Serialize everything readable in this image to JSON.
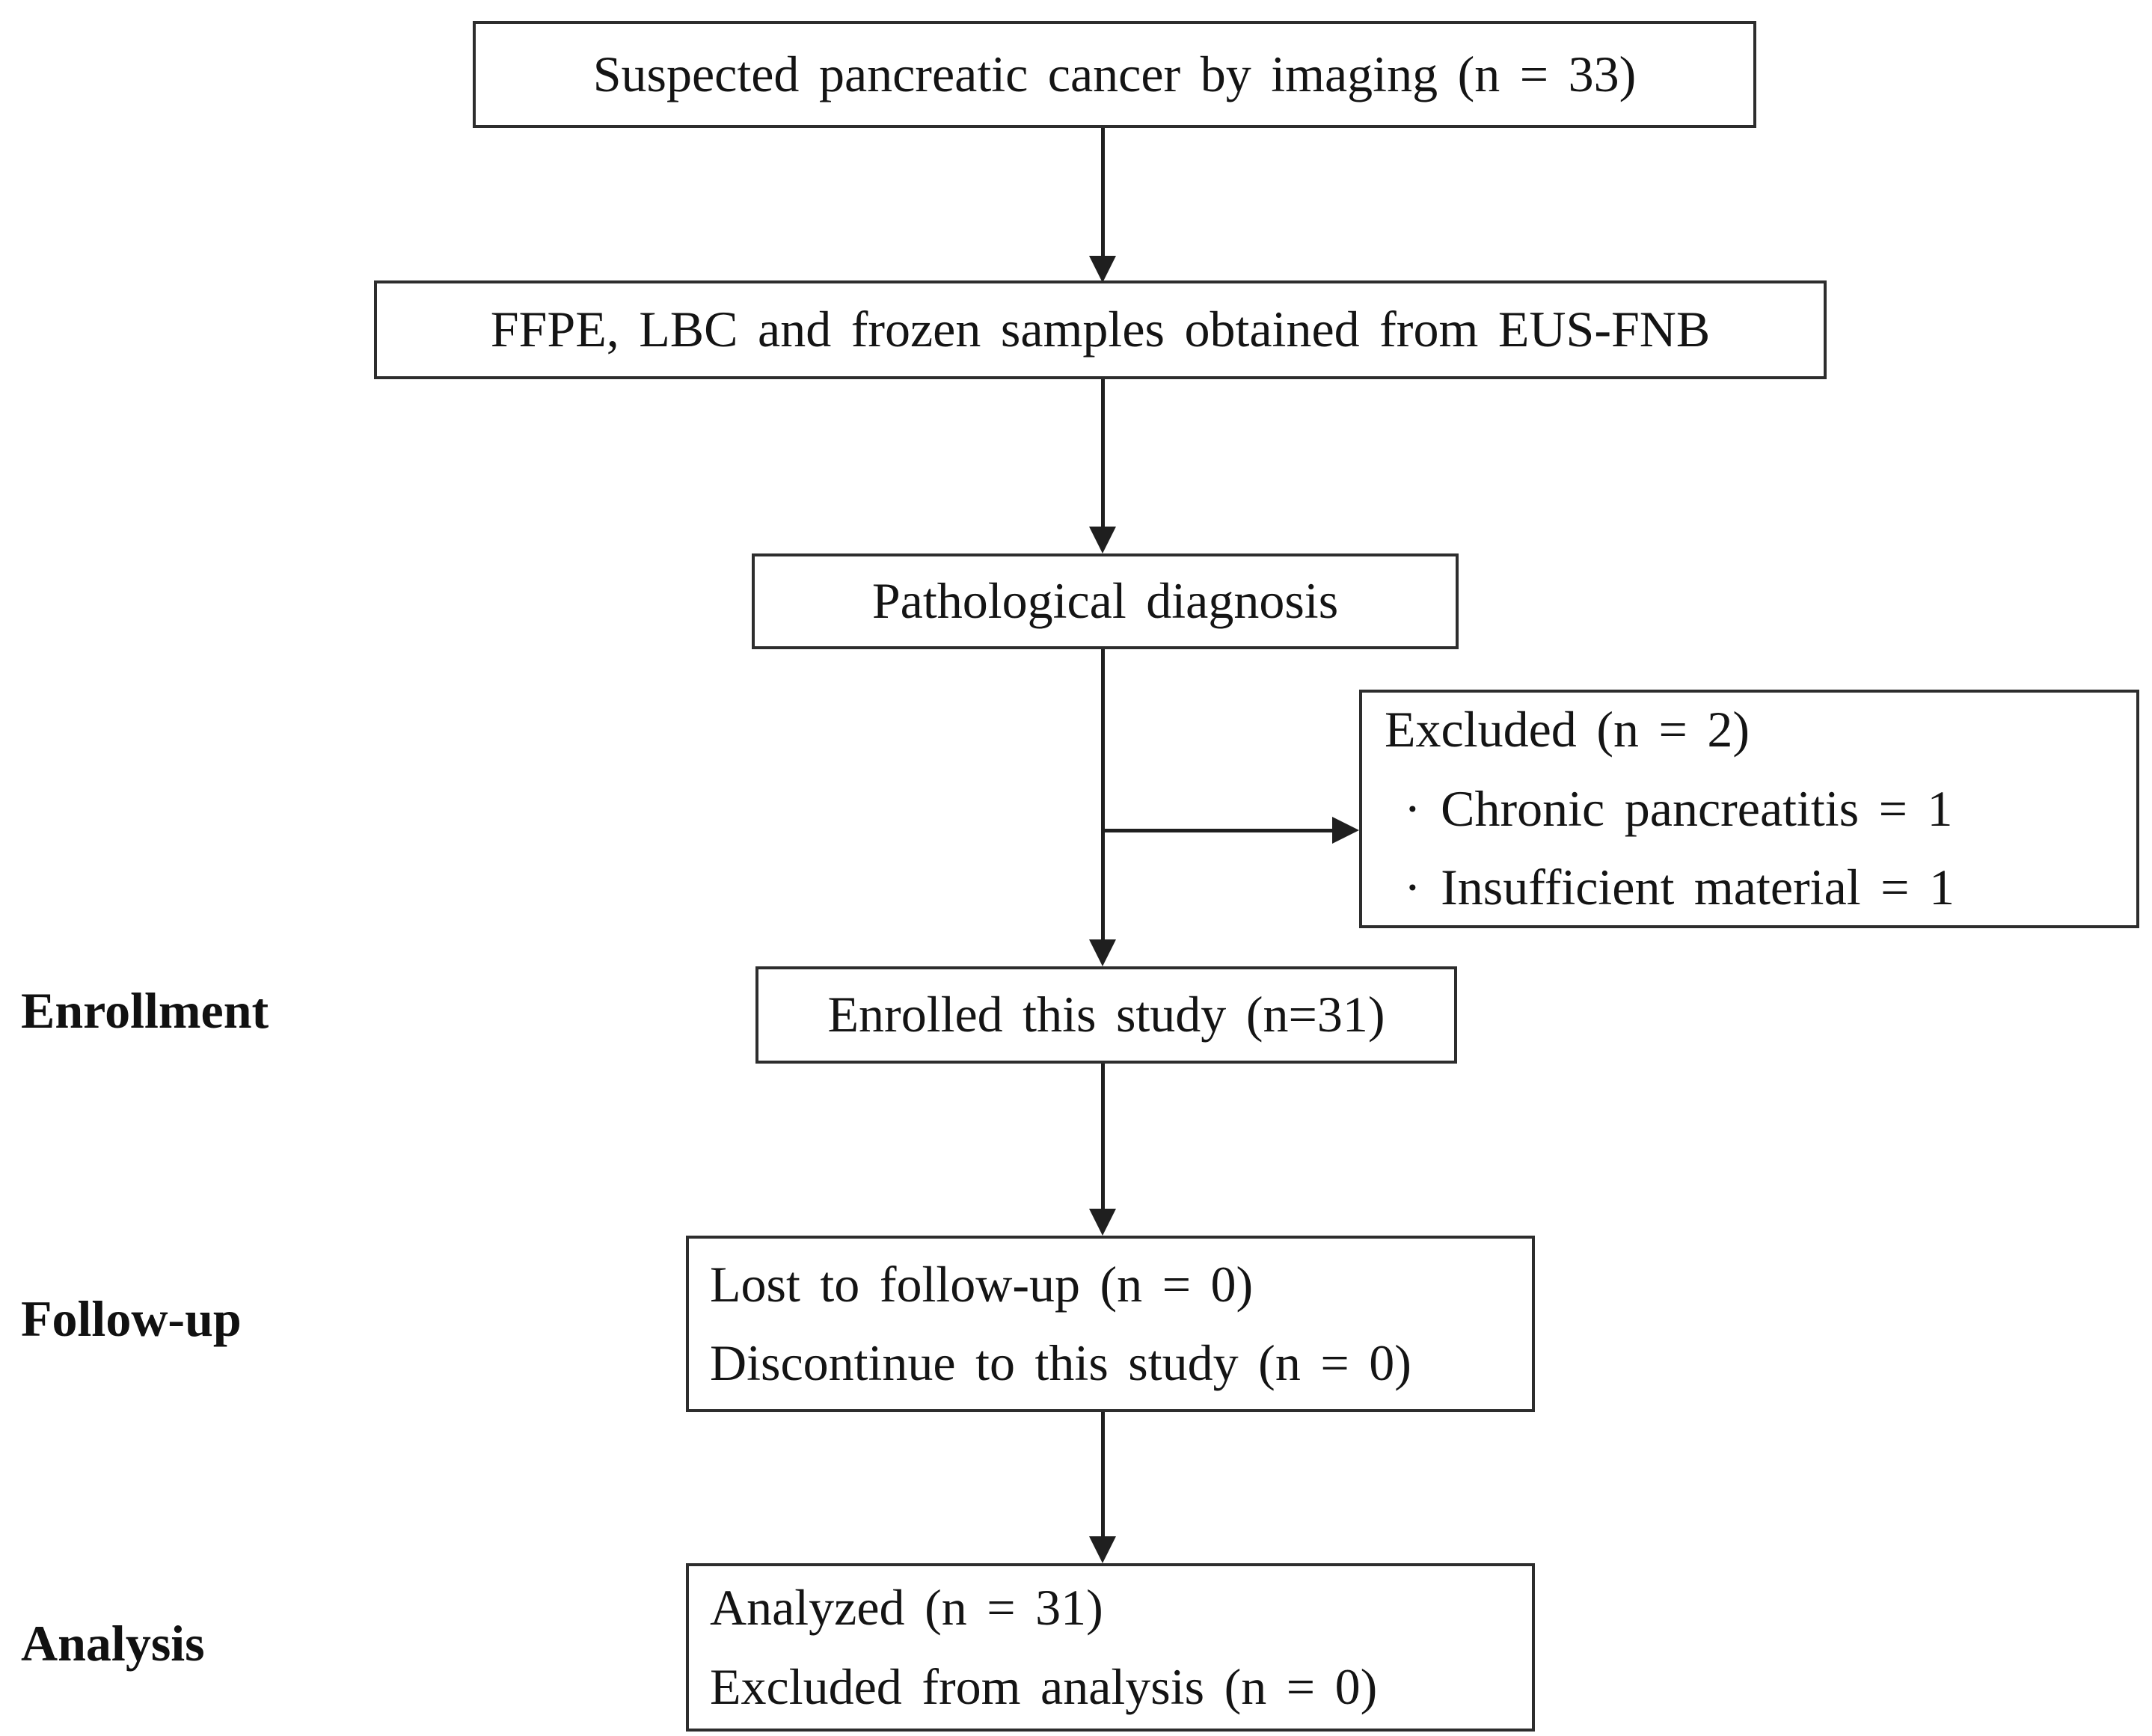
{
  "figure": {
    "kind": "study-flow-diagram",
    "colors": {
      "background": "#ffffff",
      "box_border": "#2d2d2d",
      "text": "#141414",
      "connector": "#1f1f1f"
    },
    "stage_labels": [
      {
        "text": "Enrollment"
      },
      {
        "text": "Follow-up"
      },
      {
        "text": "Analysis"
      }
    ],
    "nodes": {
      "suspected": {
        "lines": [
          "Suspected pancreatic cancer by imaging (n = 33)"
        ]
      },
      "samples": {
        "lines": [
          "FFPE, LBC and frozen samples obtained from EUS-FNB"
        ]
      },
      "pathological": {
        "lines": [
          "Pathological diagnosis"
        ]
      },
      "excluded": {
        "lines": [
          "Excluded (n = 2)",
          "· Chronic pancreatitis = 1",
          "· Insufficient material = 1"
        ]
      },
      "enrolled": {
        "lines": [
          "Enrolled this study (n=31)"
        ]
      },
      "followup": {
        "lines": [
          "Lost to follow-up (n = 0)",
          "Discontinue to this study (n = 0)"
        ]
      },
      "analyzed": {
        "lines": [
          "Analyzed (n = 31)",
          "Excluded from analysis (n = 0)"
        ]
      }
    }
  }
}
